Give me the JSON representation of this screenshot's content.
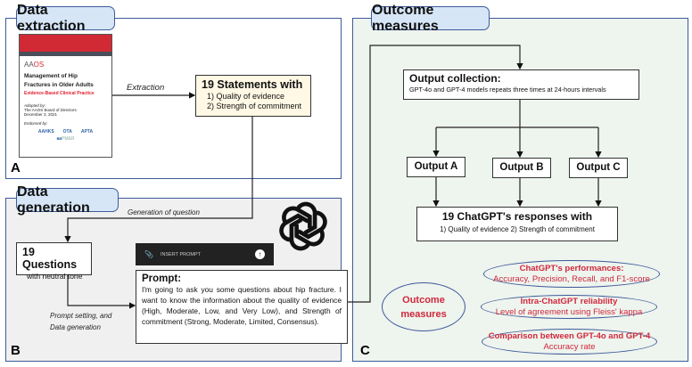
{
  "panel_a": {
    "title": "Data extraction",
    "letter": "A",
    "cover": {
      "org_a": "AA",
      "org_b": "OS",
      "title_line1": "Management of Hip",
      "title_line2": "Fractures in Older Adults",
      "subtitle": "Evidence-Based Clinical Practice",
      "adopted_label": "Adopted by:",
      "adopted_line1": "The AAOS Board of Directors",
      "adopted_line2": "December 3, 2021",
      "endorsed_label": "Endorsed by:",
      "endorsers": [
        "AAHKS",
        "OTA",
        "APTA"
      ],
      "endorser4_a": "aa",
      "endorser4_b": "PM&R"
    },
    "arrow_label": "Extraction",
    "statements": {
      "title": "19 Statements with",
      "line1": "1) Quality of evidence",
      "line2": "2) Strength of commitment"
    }
  },
  "panel_b": {
    "title": "Data generation",
    "letter": "B",
    "arrow_label": "Generation of question",
    "questions": {
      "title": "19 Questions",
      "subtitle": "with neutral tone"
    },
    "prompt_bar": {
      "placeholder": "INSERT PROMPT",
      "clip_icon": "paperclip-icon",
      "send_icon": "arrow-up-icon"
    },
    "logo": "openai-logo-icon",
    "arrow_label_line1": "Prompt setting, and",
    "arrow_label_line2": "Data generation",
    "prompt": {
      "title": "Prompt:",
      "text": "I'm going to ask you some questions about hip fracture. I want to know the information about the quality of evidence (High, Moderate, Low, and Very Low), and Strength of commitment (Strong, Moderate, Limited, Consensus)."
    }
  },
  "panel_c": {
    "title": "Outcome measures",
    "letter": "C",
    "collection": {
      "title": "Output collection:",
      "text": "GPT-4o and GPT-4 models repeats three times at 24-hours intervals"
    },
    "outputs": [
      "Output A",
      "Output B",
      "Output C"
    ],
    "responses": {
      "title": "19 ChatGPT's responses with",
      "text": "1) Quality of evidence 2) Strength of commitment"
    },
    "outcome_label_line1": "Outcome",
    "outcome_label_line2": "measures",
    "measures": [
      {
        "title": "ChatGPT's performances:",
        "text": "Accuracy, Precision, Recall, and F1-score"
      },
      {
        "title": "Intra-ChatGPT reliability",
        "text": "Level of agreement using Fleiss' kappa"
      },
      {
        "title": "Comparison between GPT-4o and GPT-4",
        "text": "Accuracy rate"
      }
    ]
  },
  "colors": {
    "panel_border": "#3d5a9a",
    "tag_fill": "#d6e6f7",
    "accent_red": "#d0283c",
    "statements_fill": "#fff8e5",
    "panel_b_fill": "#f0f0f0",
    "panel_c_fill": "#eef4ee"
  }
}
